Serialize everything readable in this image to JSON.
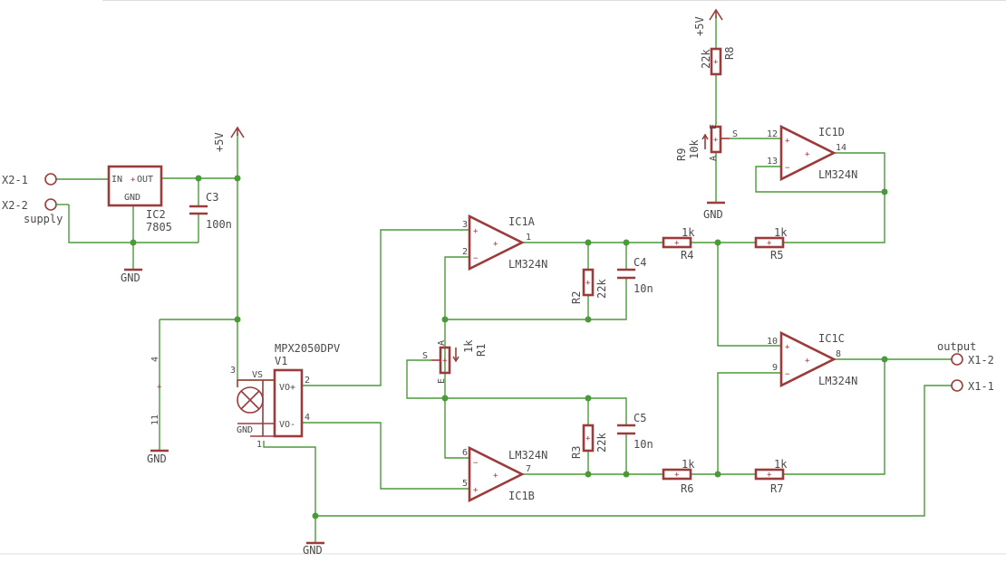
{
  "connectors": {
    "x2_1": "X2-1",
    "x2_2": "X2-2",
    "supply": "supply",
    "x1_2": "X1-2",
    "x1_1": "X1-1",
    "output": "output"
  },
  "regulator": {
    "name": "IC2",
    "value": "7805",
    "pin_in": "IN",
    "pin_out": "OUT",
    "pin_gnd": "GND"
  },
  "capacitors": {
    "c3": {
      "name": "C3",
      "value": "100n"
    },
    "c4": {
      "name": "C4",
      "value": "10n"
    },
    "c5": {
      "name": "C5",
      "value": "10n"
    }
  },
  "resistors": {
    "r1": {
      "name": "R1",
      "value": "1k"
    },
    "r2": {
      "name": "R2",
      "value": "22k"
    },
    "r3": {
      "name": "R3",
      "value": "22k"
    },
    "r4": {
      "name": "R4",
      "value": "1k"
    },
    "r5": {
      "name": "R5",
      "value": "1k"
    },
    "r6": {
      "name": "R6",
      "value": "1k"
    },
    "r7": {
      "name": "R7",
      "value": "1k"
    },
    "r8": {
      "name": "R8",
      "value": "22k"
    },
    "r9": {
      "name": "R9",
      "value": "10k"
    }
  },
  "pot_pins": {
    "a": "A",
    "e": "E",
    "s": "S"
  },
  "opamps": {
    "ic1a": {
      "name": "IC1A",
      "value": "LM324N",
      "pin_plus": "3",
      "pin_minus": "2",
      "pin_out": "1"
    },
    "ic1b": {
      "name": "IC1B",
      "value": "LM324N",
      "pin_minus": "6",
      "pin_plus": "5",
      "pin_out": "7"
    },
    "ic1c": {
      "name": "IC1C",
      "value": "LM324N",
      "pin_plus": "10",
      "pin_minus": "9",
      "pin_out": "8"
    },
    "ic1d": {
      "name": "IC1D",
      "value": "LM324N",
      "pin_plus": "12",
      "pin_minus": "13",
      "pin_out": "14"
    }
  },
  "sensor": {
    "name": "V1",
    "value": "MPX2050DPV",
    "pin_vs": "VS",
    "pin_vop": "VO+",
    "pin_vom": "VO-",
    "pin_gnd": "GND",
    "pin3": "3",
    "pin2": "2",
    "pin4": "4",
    "pin1": "1"
  },
  "power_pins": {
    "p4": "4",
    "p11": "11"
  },
  "supply_labels": {
    "plus5v_a": "+5V",
    "plus5v_b": "+5V",
    "gnd_reg": "GND",
    "gnd_pwr": "GND",
    "gnd_sensor": "GND",
    "gnd_r9": "GND"
  },
  "marks": {
    "plus": "+",
    "minus": "−"
  }
}
